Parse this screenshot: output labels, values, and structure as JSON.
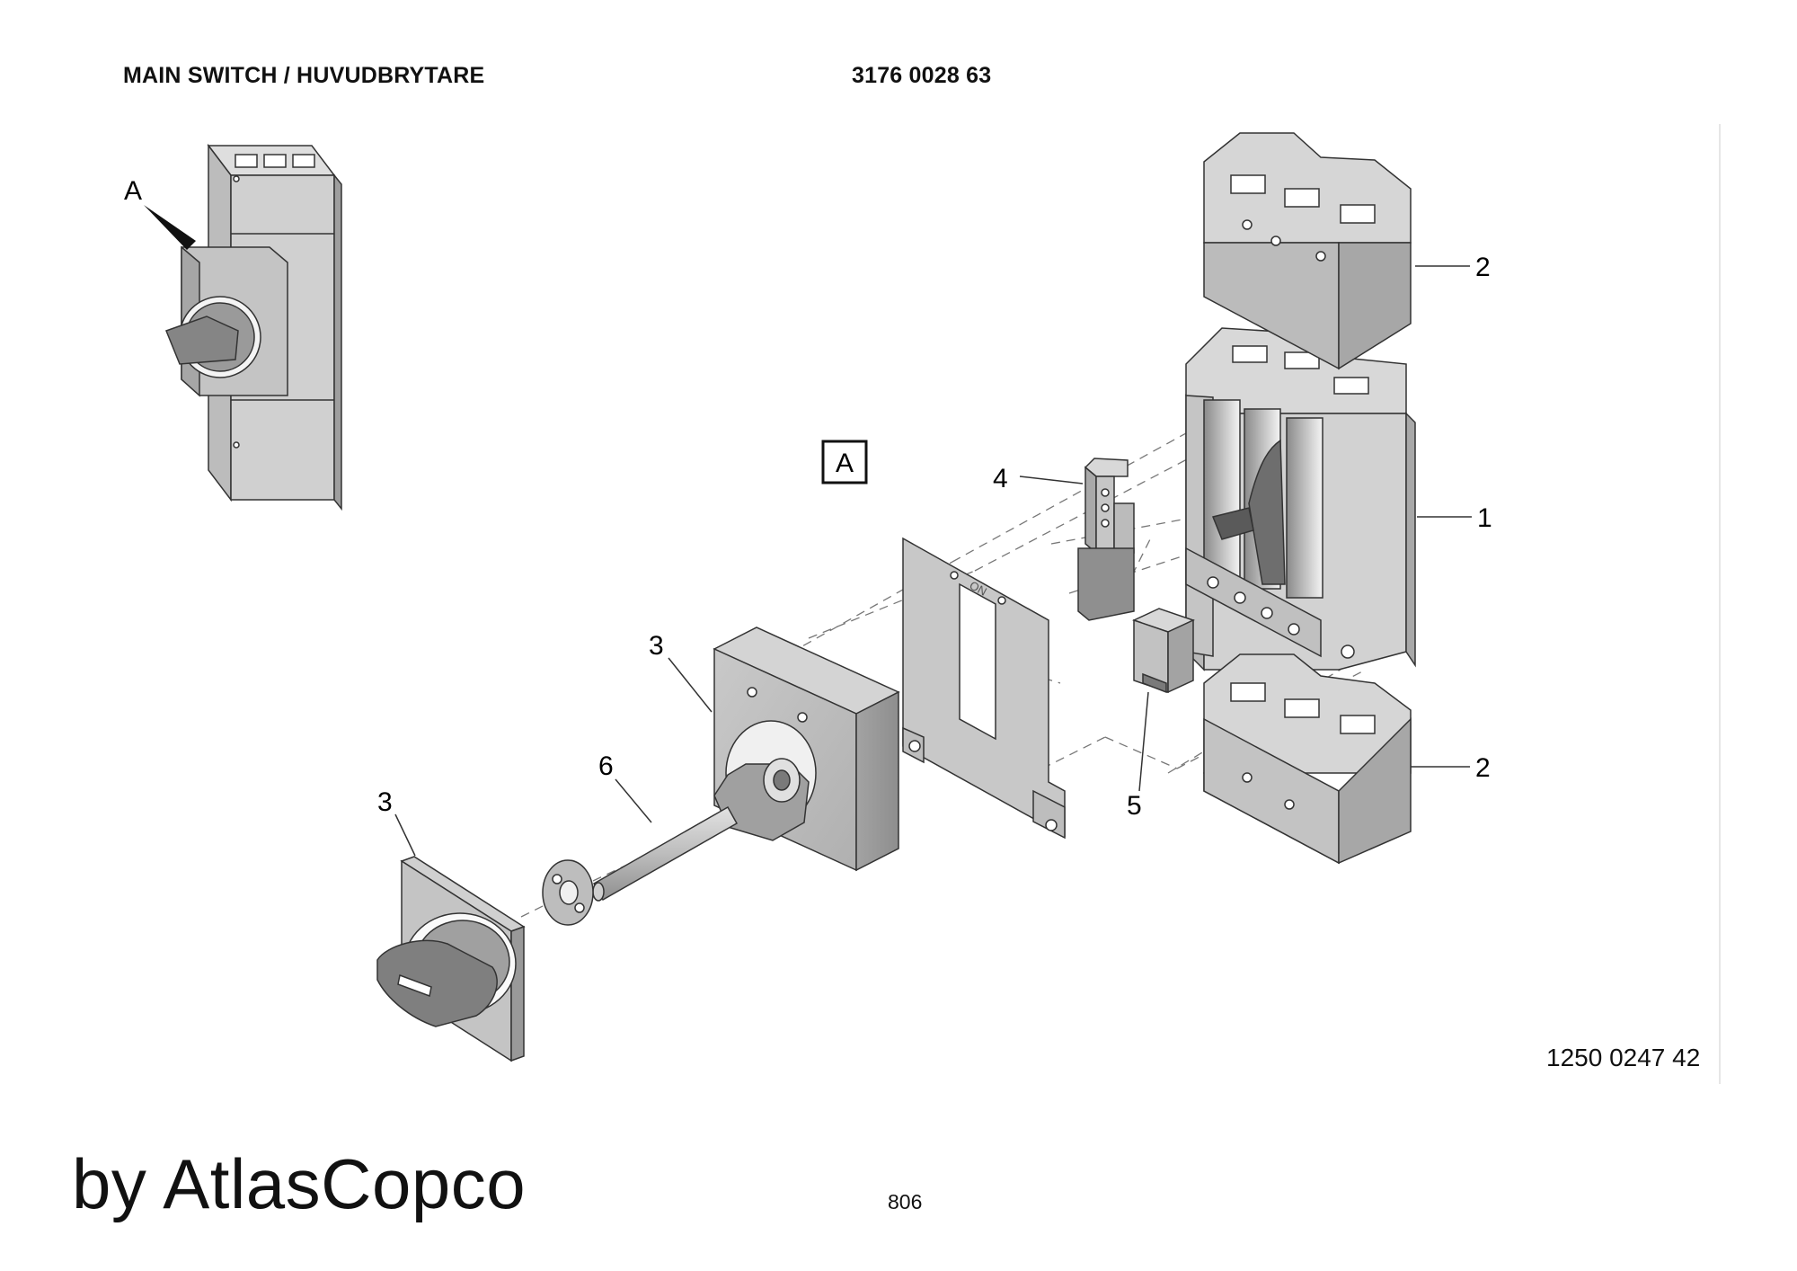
{
  "header": {
    "title": "MAIN SWITCH / HUVUDBRYTARE",
    "part_number": "3176 0028 63"
  },
  "detail_callout": {
    "letter": "A",
    "box_label": "A"
  },
  "parts": [
    {
      "label": "1"
    },
    {
      "label": "2"
    },
    {
      "label": "2"
    },
    {
      "label": "3"
    },
    {
      "label": "3"
    },
    {
      "label": "4"
    },
    {
      "label": "5"
    },
    {
      "label": "6"
    }
  ],
  "mounting_plate_mark": "ON",
  "drawing_number": "1250 0247 42",
  "footer": {
    "brand": "by AtlasCopco",
    "page_number": "806"
  }
}
